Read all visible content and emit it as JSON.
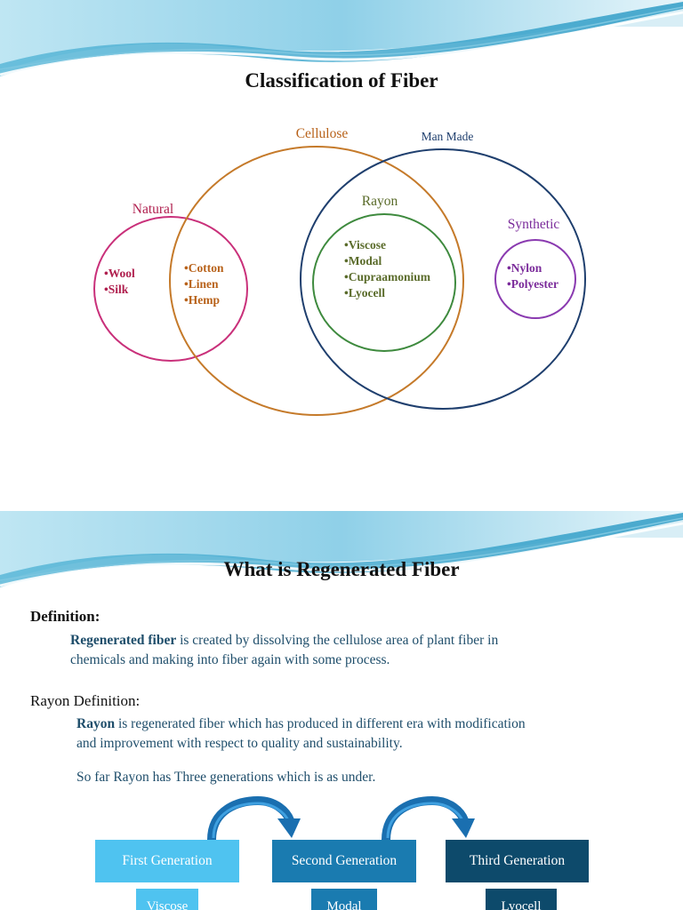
{
  "slide1": {
    "title": "Classification of Fiber",
    "sets": {
      "cellulose": "Cellulose",
      "man_made": "Man Made",
      "natural": "Natural",
      "rayon": "Rayon",
      "synthetic": "Synthetic"
    },
    "natural_items": [
      "•Wool",
      "•Silk"
    ],
    "cellulose_items": [
      "•Cotton",
      "•Linen",
      "•Hemp"
    ],
    "rayon_items": [
      "•Viscose",
      "•Modal",
      "•Cupraamonium",
      "•Lyocell"
    ],
    "synthetic_items": [
      "•Nylon",
      "•Polyester"
    ],
    "colors": {
      "natural": "#c9307a",
      "cellulose": "#c57a2a",
      "man_made": "#1f3f6e",
      "rayon": "#3e8a3e",
      "synthetic": "#8a3ab0",
      "natural_text": "#b0204f",
      "cellulose_text": "#b8621a",
      "rayon_text": "#5a6b2a",
      "synthetic_text": "#7a2a9a"
    }
  },
  "slide2": {
    "title": "What is Regenerated Fiber",
    "definition_label": "Definition:",
    "definition_lead": "Regenerated fiber",
    "definition_line1": " is created by dissolving the cellulose area of plant fiber in",
    "definition_line2": "chemicals and making into fiber again with some process.",
    "rayon_label": "Rayon Definition:",
    "rayon_lead": "Rayon",
    "rayon_line1": " is regenerated fiber which has produced in different era with modification",
    "rayon_line2": "and improvement with respect to quality and sustainability.",
    "generations_text": "So far Rayon has Three generations which is as under.",
    "generations": [
      {
        "label": "First Generation",
        "sub": "Viscose",
        "color": "#4fc3f0",
        "sub_color": "#4fc3f0"
      },
      {
        "label": "Second Generation",
        "sub": "Modal",
        "color": "#1a7bb0",
        "sub_color": "#1a7bb0"
      },
      {
        "label": "Third Generation",
        "sub": "Lyocell",
        "color": "#0d4a6b",
        "sub_color": "#0d4a6b"
      }
    ]
  }
}
